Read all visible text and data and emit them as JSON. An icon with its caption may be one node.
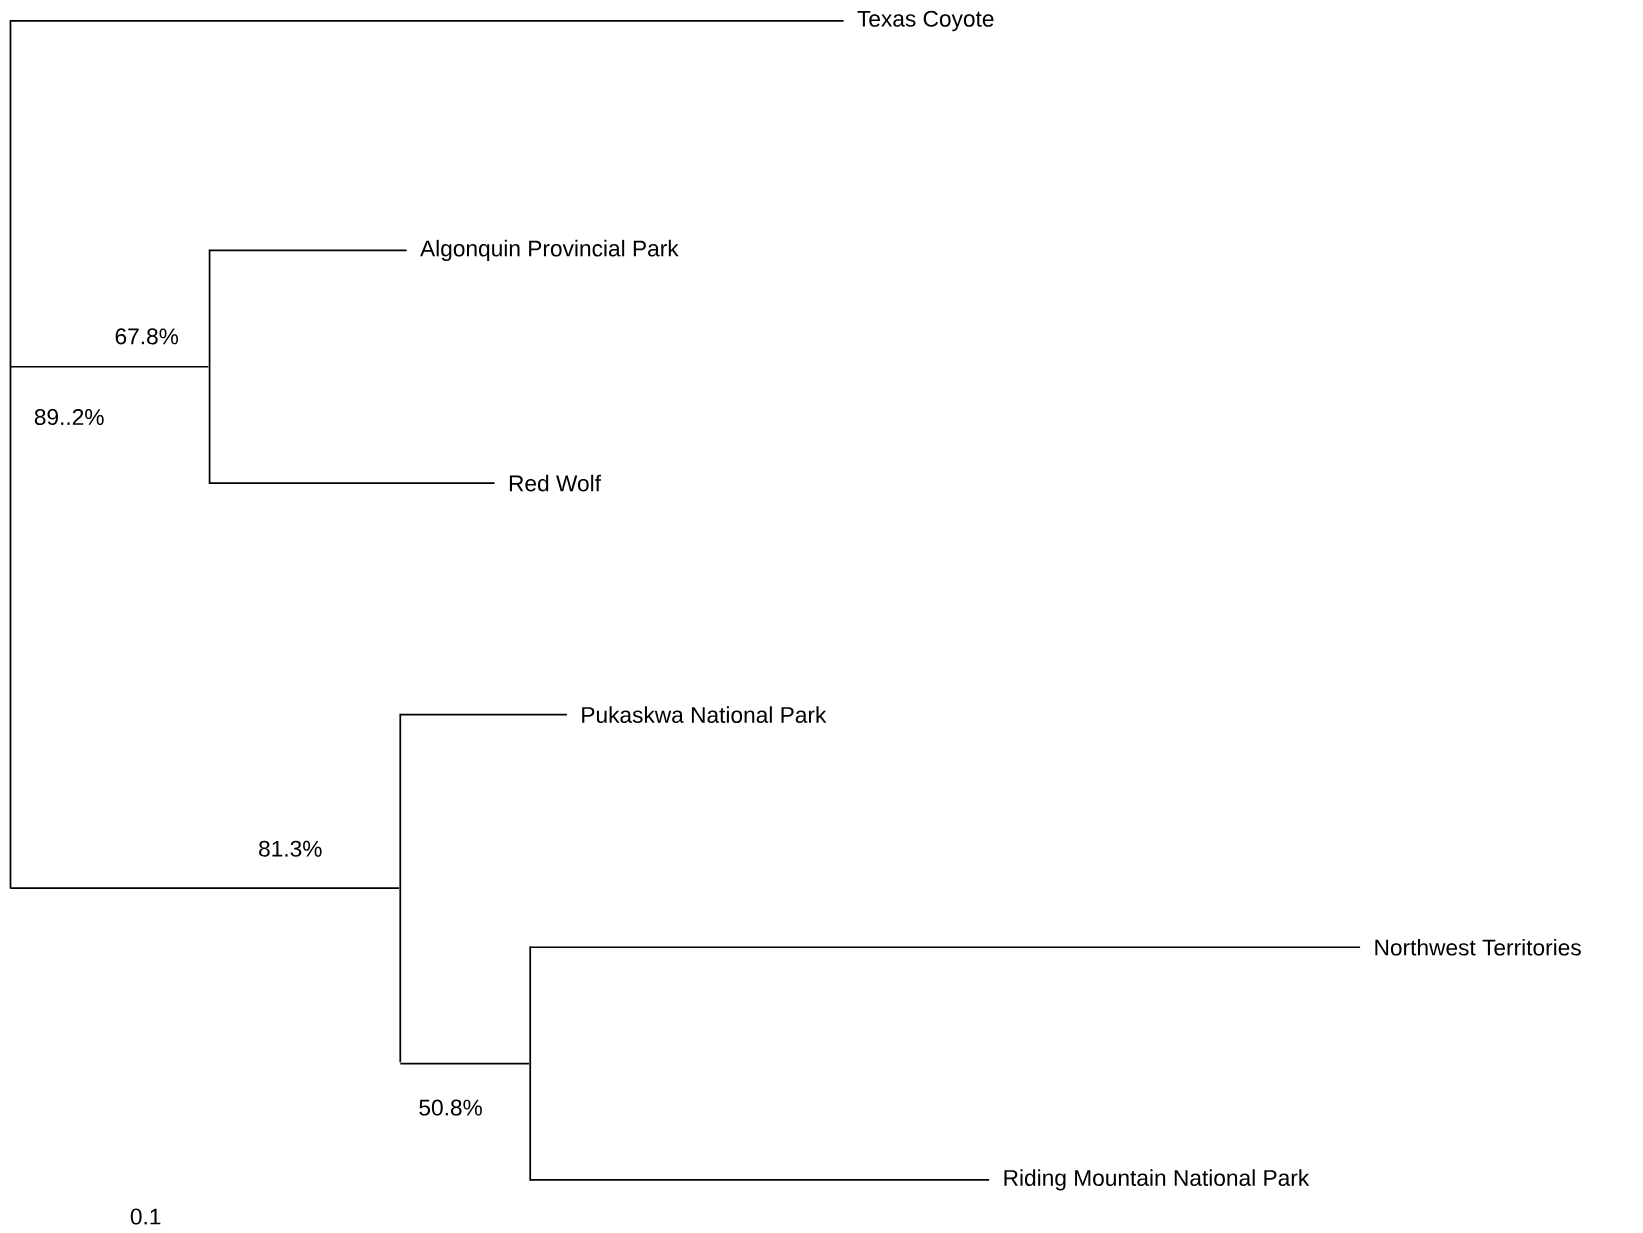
{
  "diagram": {
    "nodes": [
      {
        "text": [],
        "shape": "bar"
      },
      {
        "text": [
          "Texas Coyote"
        ]
      },
      {
        "text": [],
        "shape": "bar"
      },
      {
        "text": [
          "Algonquin Provincial Park"
        ]
      },
      {
        "text": [
          "Red Wolf"
        ]
      },
      {
        "text": [],
        "shape": "bar"
      },
      {
        "text": [
          "Pukaskwa National Park"
        ]
      },
      {
        "text": [],
        "shape": "bar"
      },
      {
        "text": [
          "Northwest Territories"
        ]
      },
      {
        "text": [
          "Riding Mountain National Park"
        ]
      }
    ],
    "edges": [
      {
        "from": 0,
        "to": 1,
        "arrow": "none"
      },
      {
        "from": 0,
        "to": 2,
        "arrow": "none"
      },
      {
        "from": 2,
        "to": 3,
        "arrow": "none"
      },
      {
        "from": 2,
        "to": 4,
        "arrow": "none"
      },
      {
        "from": 0,
        "to": 5,
        "arrow": "none"
      },
      {
        "from": 5,
        "to": 6,
        "arrow": "none"
      },
      {
        "from": 5,
        "to": 7,
        "arrow": "none"
      },
      {
        "from": 7,
        "to": 8,
        "arrow": "none"
      },
      {
        "from": 7,
        "to": 9,
        "arrow": "none"
      }
    ],
    "labels": [
      "67.8%",
      "89..2%",
      "81.3%",
      "50.8%",
      "0.1"
    ]
  }
}
